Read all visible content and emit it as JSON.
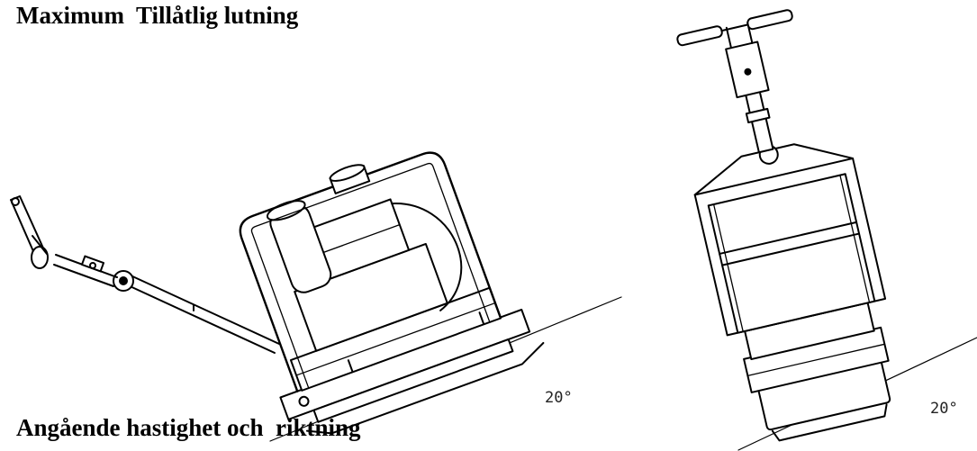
{
  "heading_top": "Maximum  Tillåtlig lutning",
  "heading_bottom": "Angående hastighet och  riktning",
  "figure_left": {
    "angle_label": "20°"
  },
  "figure_right": {
    "angle_label": "20°"
  }
}
